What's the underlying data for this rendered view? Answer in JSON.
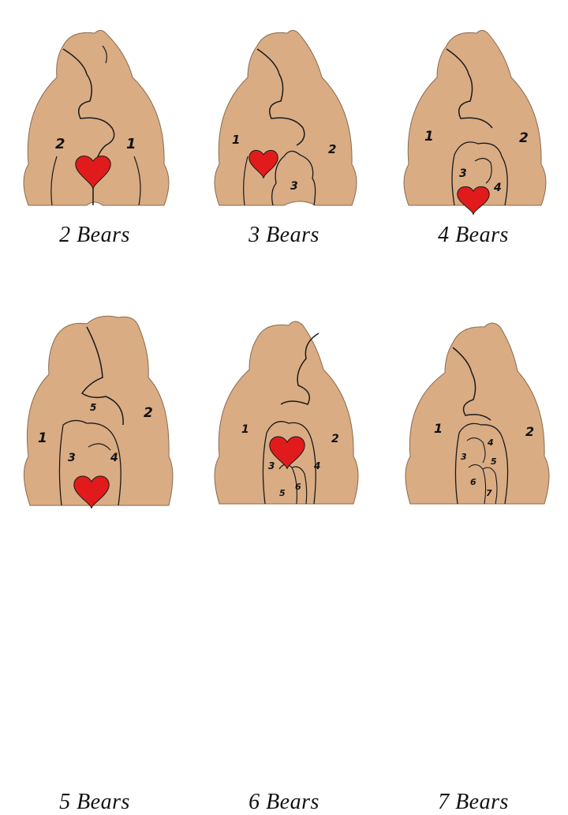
{
  "products": [
    {
      "caption": "2 Bears",
      "numbers": [
        "2",
        "1"
      ]
    },
    {
      "caption": "3 Bears",
      "numbers": [
        "1",
        "2",
        "3"
      ]
    },
    {
      "caption": "4 Bears",
      "numbers": [
        "1",
        "2",
        "3",
        "4"
      ]
    },
    {
      "caption": "5 Bears",
      "numbers": [
        "1",
        "2",
        "3",
        "4",
        "5"
      ]
    },
    {
      "caption": "6 Bears",
      "numbers": [
        "1",
        "2",
        "3",
        "4",
        "5",
        "6"
      ]
    },
    {
      "caption": "7 Bears",
      "numbers": [
        "1",
        "2",
        "3",
        "4",
        "5",
        "6",
        "7"
      ]
    }
  ],
  "colors": {
    "wood": "#d9ac84",
    "wood_dark": "#c89670",
    "heart": "#e11b1b",
    "line": "#1a1a1a"
  }
}
